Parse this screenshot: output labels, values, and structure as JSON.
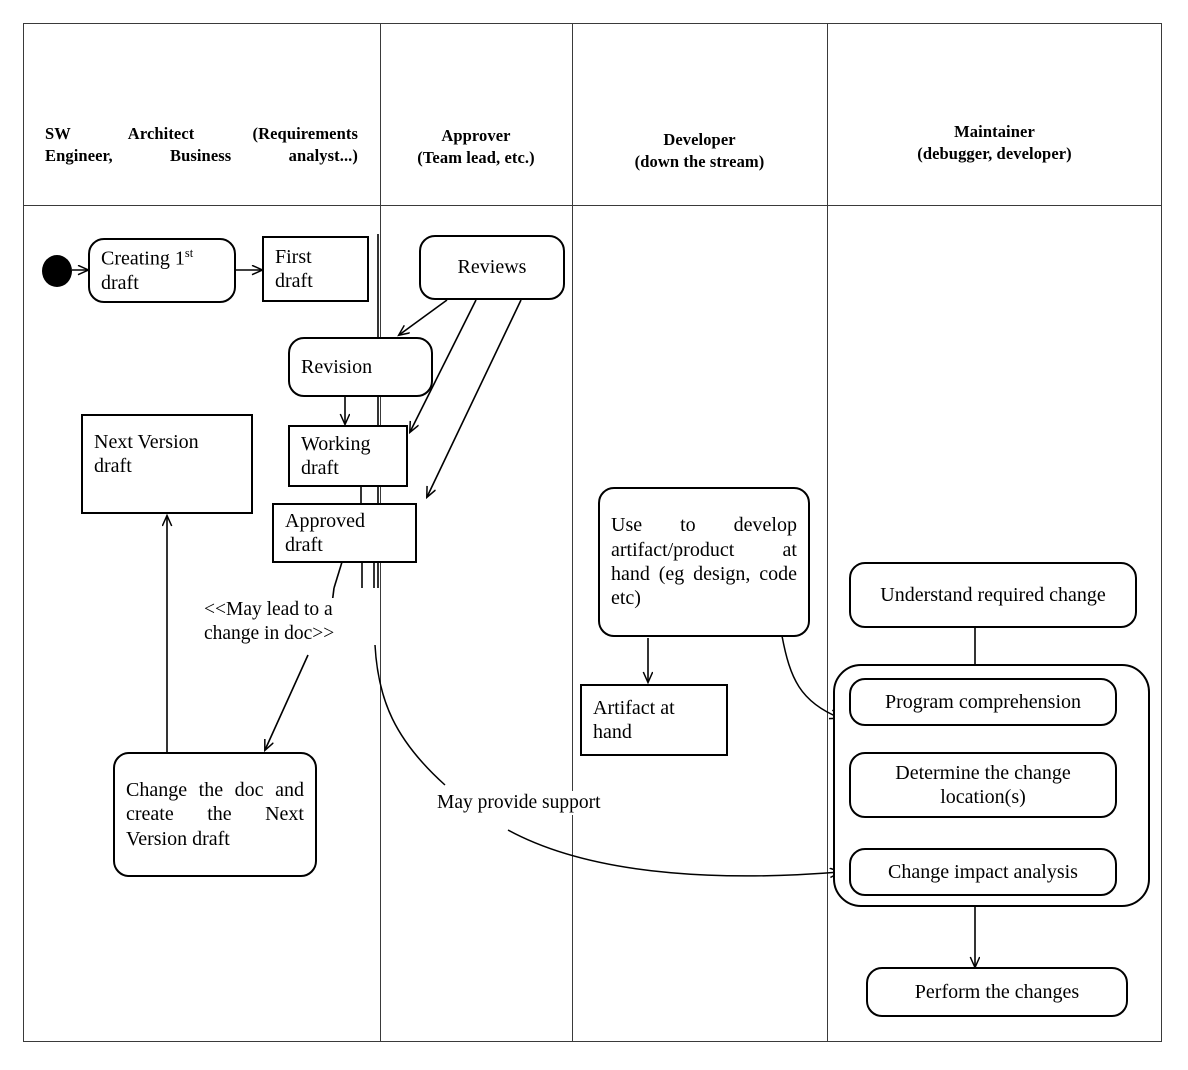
{
  "diagram": {
    "type": "uml-activity-swimlane",
    "title": "Document lifecycle and change process swimlane diagram",
    "lane_count": 4
  },
  "lanes": [
    {
      "id": "sw-architect",
      "header_lines": [
        "SW Architect (Requirements",
        "Engineer, Business analyst...)"
      ],
      "header_justified": true
    },
    {
      "id": "approver",
      "header_lines": [
        "Approver",
        "(Team lead, etc.)"
      ],
      "header_justified": false
    },
    {
      "id": "developer",
      "header_lines": [
        "Developer",
        "(down the stream)"
      ],
      "header_justified": false
    },
    {
      "id": "maintainer",
      "header_lines": [
        "Maintainer",
        "(debugger, developer)"
      ],
      "header_justified": false
    }
  ],
  "nodes": {
    "start": {
      "kind": "initial-node",
      "label": ""
    },
    "creating_first_draft": {
      "kind": "activity",
      "lines": [
        "Creating 1",
        "draft"
      ],
      "sup": "st",
      "label": "Creating 1st draft"
    },
    "first_draft": {
      "kind": "object",
      "lines": [
        "First",
        "draft"
      ],
      "label": "First draft"
    },
    "reviews": {
      "kind": "activity",
      "lines": [
        "Reviews"
      ],
      "label": "Reviews"
    },
    "revision": {
      "kind": "activity",
      "lines": [
        "Revision"
      ],
      "label": "Revision"
    },
    "working_draft": {
      "kind": "object",
      "lines": [
        "Working",
        "draft"
      ],
      "label": "Working draft"
    },
    "approved_draft": {
      "kind": "object",
      "lines": [
        "Approved",
        "draft"
      ],
      "label": "Approved draft"
    },
    "next_version_draft": {
      "kind": "object",
      "lines": [
        "Next     Version",
        "draft"
      ],
      "label": "Next Version draft"
    },
    "change_the_doc": {
      "kind": "activity",
      "lines": [
        "Change the doc and create the Next Version draft"
      ],
      "label": "Change the doc and create the Next Version draft"
    },
    "use_to_develop": {
      "kind": "activity",
      "lines": [
        "Use to develop artifact/product at hand (eg design, code etc)"
      ],
      "label": "Use to develop artifact/product at hand (eg design, code etc)"
    },
    "artifact_at_hand": {
      "kind": "object",
      "lines": [
        "Artifact     at",
        "hand"
      ],
      "label": "Artifact at hand"
    },
    "understand_required_change": {
      "kind": "activity",
      "lines": [
        "Understand required change"
      ],
      "label": "Understand required change"
    },
    "program_comprehension": {
      "kind": "activity",
      "lines": [
        "Program comprehension"
      ],
      "label": "Program comprehension"
    },
    "determine_change_location": {
      "kind": "activity",
      "lines": [
        "Determine the change",
        "location(s)"
      ],
      "label": "Determine the change location(s)"
    },
    "change_impact_analysis": {
      "kind": "activity",
      "lines": [
        "Change impact analysis"
      ],
      "label": "Change impact analysis"
    },
    "perform_the_changes": {
      "kind": "activity",
      "lines": [
        "Perform the changes"
      ],
      "label": "Perform the changes"
    },
    "maintenance_group": {
      "kind": "group",
      "label": ""
    }
  },
  "edge_labels": {
    "may_lead_to_change": {
      "lines": [
        "<<May lead to a",
        "change in doc>>"
      ],
      "label": "<<May lead to a change in doc>>"
    },
    "may_provide_support": {
      "lines": [
        "May provide support"
      ],
      "label": "May provide support"
    }
  },
  "colors": {
    "stroke": "#000000",
    "frame_stroke": "#3a3a3a",
    "background": "#ffffff",
    "text": "#000000"
  }
}
